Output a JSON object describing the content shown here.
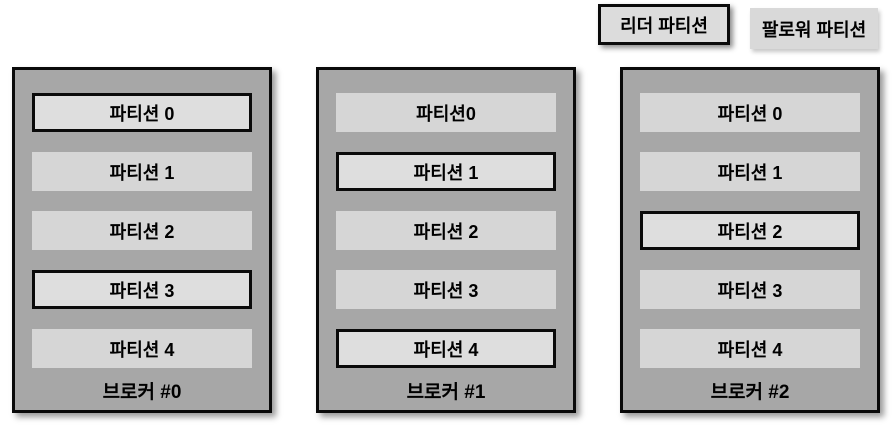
{
  "legend": {
    "leader_label": "리더 파티션",
    "follower_label": "팔로워 파티션"
  },
  "brokers": [
    {
      "name": "브로커 #0",
      "partitions": [
        {
          "label": "파티션 0",
          "role": "leader"
        },
        {
          "label": "파티션 1",
          "role": "follower"
        },
        {
          "label": "파티션 2",
          "role": "follower"
        },
        {
          "label": "파티션 3",
          "role": "leader"
        },
        {
          "label": "파티션 4",
          "role": "follower"
        }
      ]
    },
    {
      "name": "브로커 #1",
      "partitions": [
        {
          "label": "파티션0",
          "role": "follower"
        },
        {
          "label": "파티션 1",
          "role": "leader"
        },
        {
          "label": "파티션 2",
          "role": "follower"
        },
        {
          "label": "파티션 3",
          "role": "follower"
        },
        {
          "label": "파티션 4",
          "role": "leader"
        }
      ]
    },
    {
      "name": "브로커 #2",
      "partitions": [
        {
          "label": "파티션 0",
          "role": "follower"
        },
        {
          "label": "파티션 1",
          "role": "follower"
        },
        {
          "label": "파티션 2",
          "role": "leader"
        },
        {
          "label": "파티션 3",
          "role": "follower"
        },
        {
          "label": "파티션 4",
          "role": "follower"
        }
      ]
    }
  ],
  "colors": {
    "broker_background": "#a7a7a7",
    "follower_partition_background": "#d6d6d6",
    "leader_partition_background": "#dedede",
    "border": "#0a0a0a",
    "page_background": "#ffffff"
  }
}
